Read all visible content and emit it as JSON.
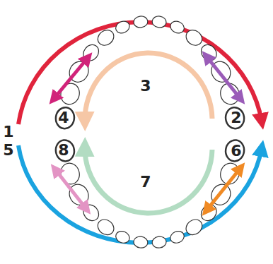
{
  "diagram": {
    "labels": [
      "1",
      "4",
      "2",
      "3",
      "5",
      "8",
      "6",
      "7"
    ]
  }
}
